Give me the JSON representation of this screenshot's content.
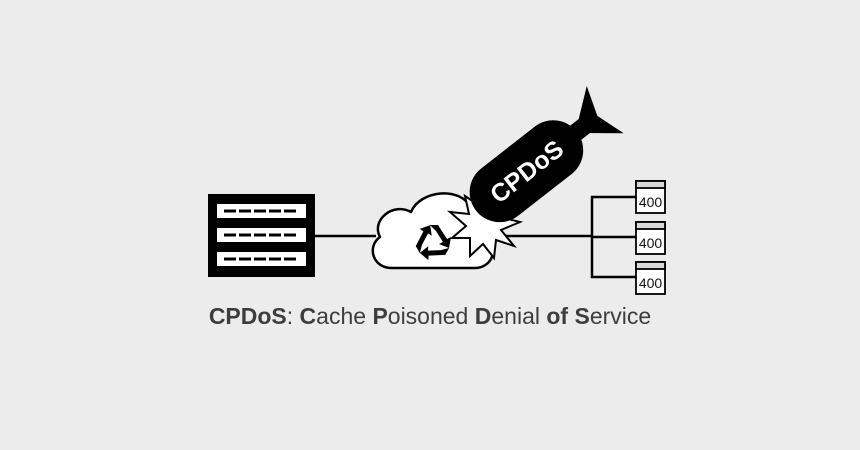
{
  "diagram": {
    "bomb_label": "CPDoS",
    "clients": [
      {
        "code": "400"
      },
      {
        "code": "400"
      },
      {
        "code": "400"
      }
    ],
    "caption": {
      "abbr": "CPDoS",
      "sep": ": ",
      "w1_first": "C",
      "w1_rest": "ache",
      "w2_first": "P",
      "w2_rest": "oisoned",
      "w3_first": "D",
      "w3_rest": "enial",
      "w4": "of",
      "w5_first": "S",
      "w5_rest": "ervice"
    }
  },
  "icons": [
    "server-icon",
    "cache-cloud-icon",
    "recycle-icon",
    "bomb-icon",
    "explosion-icon",
    "browser-window-icon"
  ],
  "colors": {
    "background": "#ececec",
    "ink": "#000000",
    "caption": "#3d3d3d"
  }
}
